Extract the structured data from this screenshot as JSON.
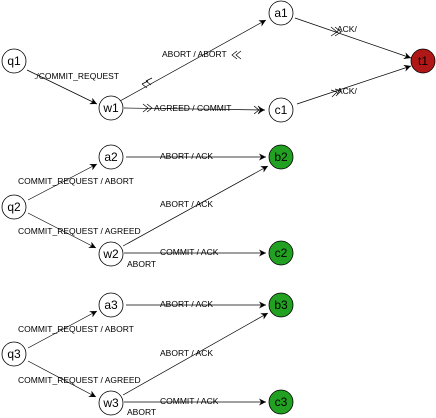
{
  "colors": {
    "plain": "#ffffff",
    "commit": "#22a022",
    "terminal_red": "#b01818",
    "stroke": "#000000"
  },
  "states": [
    {
      "id": "q1",
      "label": "q1",
      "kind": "plain"
    },
    {
      "id": "w1",
      "label": "w1",
      "kind": "plain"
    },
    {
      "id": "a1",
      "label": "a1",
      "kind": "plain"
    },
    {
      "id": "c1",
      "label": "c1",
      "kind": "plain"
    },
    {
      "id": "t1",
      "label": "t1",
      "kind": "terminal_red"
    },
    {
      "id": "q2",
      "label": "q2",
      "kind": "plain"
    },
    {
      "id": "a2",
      "label": "a2",
      "kind": "plain"
    },
    {
      "id": "w2",
      "label": "w2",
      "kind": "plain"
    },
    {
      "id": "b2",
      "label": "b2",
      "kind": "commit"
    },
    {
      "id": "c2",
      "label": "c2",
      "kind": "commit"
    },
    {
      "id": "q3",
      "label": "q3",
      "kind": "plain"
    },
    {
      "id": "a3",
      "label": "a3",
      "kind": "plain"
    },
    {
      "id": "w3",
      "label": "w3",
      "kind": "plain"
    },
    {
      "id": "b3",
      "label": "b3",
      "kind": "commit"
    },
    {
      "id": "c3",
      "label": "c3",
      "kind": "commit"
    }
  ],
  "transitions": [
    {
      "from": "q1",
      "to": "w1",
      "label": "./COMMIT_REQUEST"
    },
    {
      "from": "w1",
      "to": "a1",
      "label": "ABORT / ABORT"
    },
    {
      "from": "w1",
      "to": "c1",
      "label": "AGREED / COMMIT"
    },
    {
      "from": "a1",
      "to": "t1",
      "label": "ACK/"
    },
    {
      "from": "c1",
      "to": "t1",
      "label": "ACK/"
    },
    {
      "from": "q2",
      "to": "a2",
      "label": "COMMIT_REQUEST / ABORT"
    },
    {
      "from": "q2",
      "to": "w2",
      "label": "COMMIT_REQUEST / AGREED"
    },
    {
      "from": "a2",
      "to": "b2",
      "label": "ABORT / ACK"
    },
    {
      "from": "w2",
      "to": "b2",
      "label": "ABORT / ACK"
    },
    {
      "from": "w2",
      "to": "c2",
      "label": "COMMIT / ACK"
    },
    {
      "from": "w2",
      "to": "b2",
      "label": "ABORT"
    },
    {
      "from": "q3",
      "to": "a3",
      "label": "COMMIT_REQUEST / ABORT"
    },
    {
      "from": "q3",
      "to": "w3",
      "label": "COMMIT_REQUEST / AGREED"
    },
    {
      "from": "a3",
      "to": "b3",
      "label": "ABORT / ACK"
    },
    {
      "from": "w3",
      "to": "b3",
      "label": "ABORT / ACK"
    },
    {
      "from": "w3",
      "to": "c3",
      "label": "COMMIT / ACK"
    },
    {
      "from": "w3",
      "to": "b3",
      "label": "ABORT"
    }
  ]
}
